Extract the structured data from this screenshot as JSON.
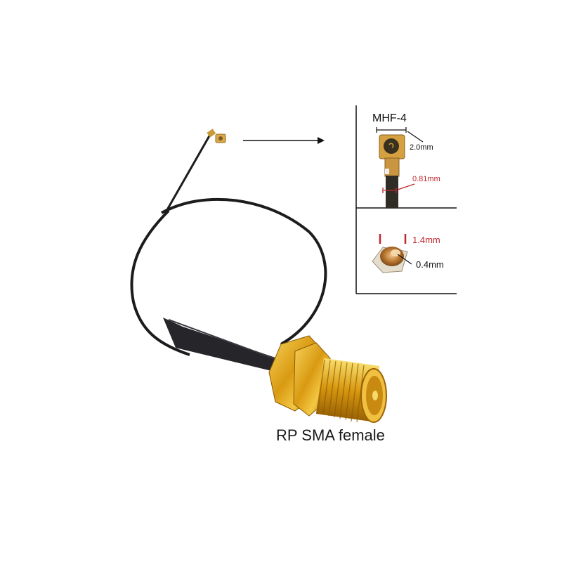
{
  "product": {
    "main_label": "RP SMA female",
    "colors": {
      "cable": "#1c1c1e",
      "gold": "#e0a81c",
      "annotation_red": "#c0272d",
      "background": "#ffffff"
    }
  },
  "inset_top": {
    "title": "MHF-4",
    "width_dim": "2.0mm",
    "cable_dim": "0.81mm"
  },
  "inset_bottom": {
    "width_dim": "1.4mm",
    "pin_dim": "0.4mm"
  }
}
